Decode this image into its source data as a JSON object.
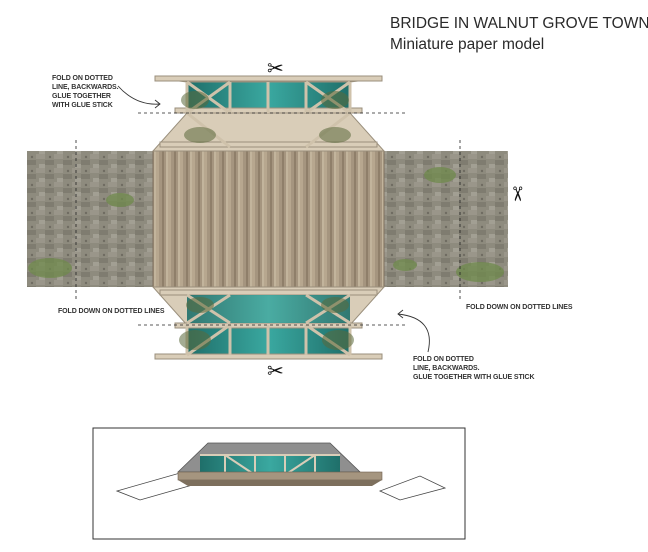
{
  "header": {
    "title": "BRIDGE IN WALNUT GROVE TOWN",
    "subtitle": "Miniature paper model"
  },
  "instructions": {
    "top_left": "FOLD ON DOTTED\nLINE, BACKWARDS.\nGLUE TOGETHER\nWITH GLUE STICK",
    "bottom_right": "FOLD ON DOTTED\nLINE, BACKWARDS.\nGLUE TOGETHER WITH GLUE STICK",
    "fold_left": "FOLD DOWN ON DOTTED LINES",
    "fold_right": "FOLD DOWN ON DOTTED LINES"
  },
  "icons": {
    "scissors": "✂"
  },
  "colors": {
    "water": "#2f8f8a",
    "truss": "#d9cdb8",
    "deck_planks": "#9c8c78",
    "ground": "#8d8a7c",
    "grass": "#6f8a4c"
  }
}
